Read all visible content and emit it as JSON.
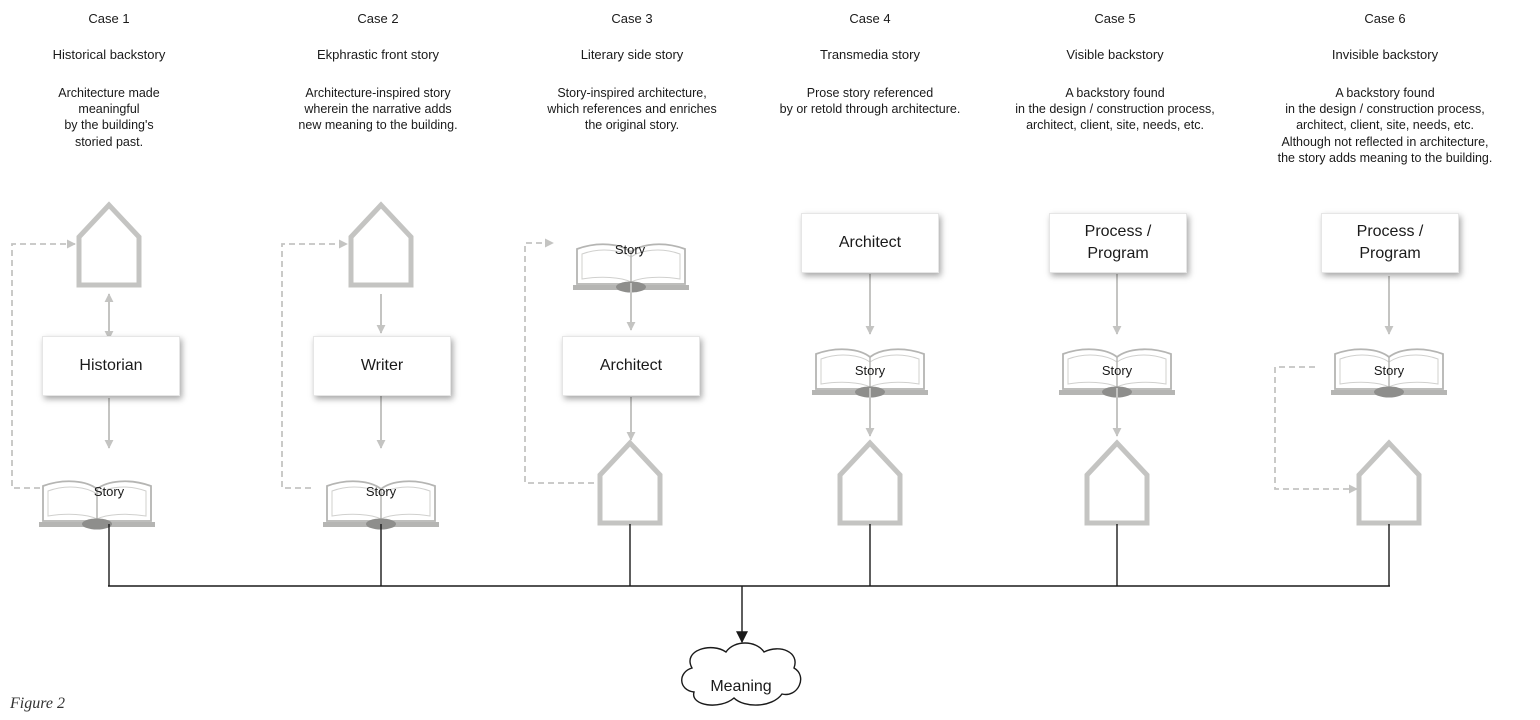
{
  "cases": [
    {
      "label": "Case 1",
      "title": "Historical backstory",
      "description": [
        "Architecture made",
        "meaningful",
        "by the building's",
        "storied past."
      ],
      "box": "Historian"
    },
    {
      "label": "Case 2",
      "title": "Ekphrastic front story",
      "description": [
        "Architecture-inspired story",
        "wherein the narrative adds",
        "new meaning to the building."
      ],
      "box": "Writer"
    },
    {
      "label": "Case 3",
      "title": "Literary side story",
      "description": [
        "Story-inspired architecture,",
        "which references and enriches",
        "the original story."
      ],
      "box": "Architect"
    },
    {
      "label": "Case 4",
      "title": "Transmedia story",
      "description": [
        "Prose story referenced",
        "by or retold through architecture."
      ],
      "box": "Architect"
    },
    {
      "label": "Case 5",
      "title": "Visible backstory",
      "description": [
        "A backstory found",
        "in the design / construction process,",
        "architect, client, site, needs, etc."
      ],
      "box": "Process /\nProgram"
    },
    {
      "label": "Case 6",
      "title": "Invisible backstory",
      "description": [
        "A backstory found",
        "in the design / construction process,",
        "architect, client, site, needs, etc.",
        "Although not reflected in architecture,",
        "the story adds meaning to the building."
      ],
      "box": "Process /\nProgram"
    }
  ],
  "book_label": "Story",
  "meaning_label": "Meaning",
  "figure_caption": "Figure 2",
  "colors": {
    "icon": "#c4c4c2",
    "icon_dark": "#9a9a98",
    "line": "#1a1a1a",
    "text": "#1a1a1a"
  }
}
